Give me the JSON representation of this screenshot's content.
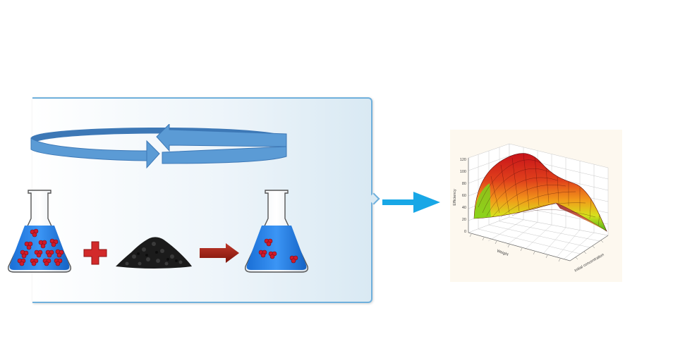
{
  "colors": {
    "panel_border": "#6fb0dc",
    "cycle_arrow": "#4a86c4",
    "flask_liquid": "#1e7ee8",
    "molecule": "#d11a2a",
    "plus": "#d22a2a",
    "reaction_arrow": "#a31c12",
    "flow_arrow": "#18a7e6",
    "plot_background": "#fdf8ef"
  },
  "icons": {
    "cycle": "circular-arrows-icon",
    "plus": "plus-icon",
    "adsorbent": "carbon-pile-icon",
    "reaction": "right-arrow-icon",
    "flow": "right-arrow-icon"
  },
  "plot": {
    "z_label": "Efficiency",
    "y_label": "Weight",
    "x_label": "Initial concentration",
    "z_ticks": [
      "120",
      "100",
      "80",
      "60",
      "40",
      "20",
      "0"
    ]
  }
}
